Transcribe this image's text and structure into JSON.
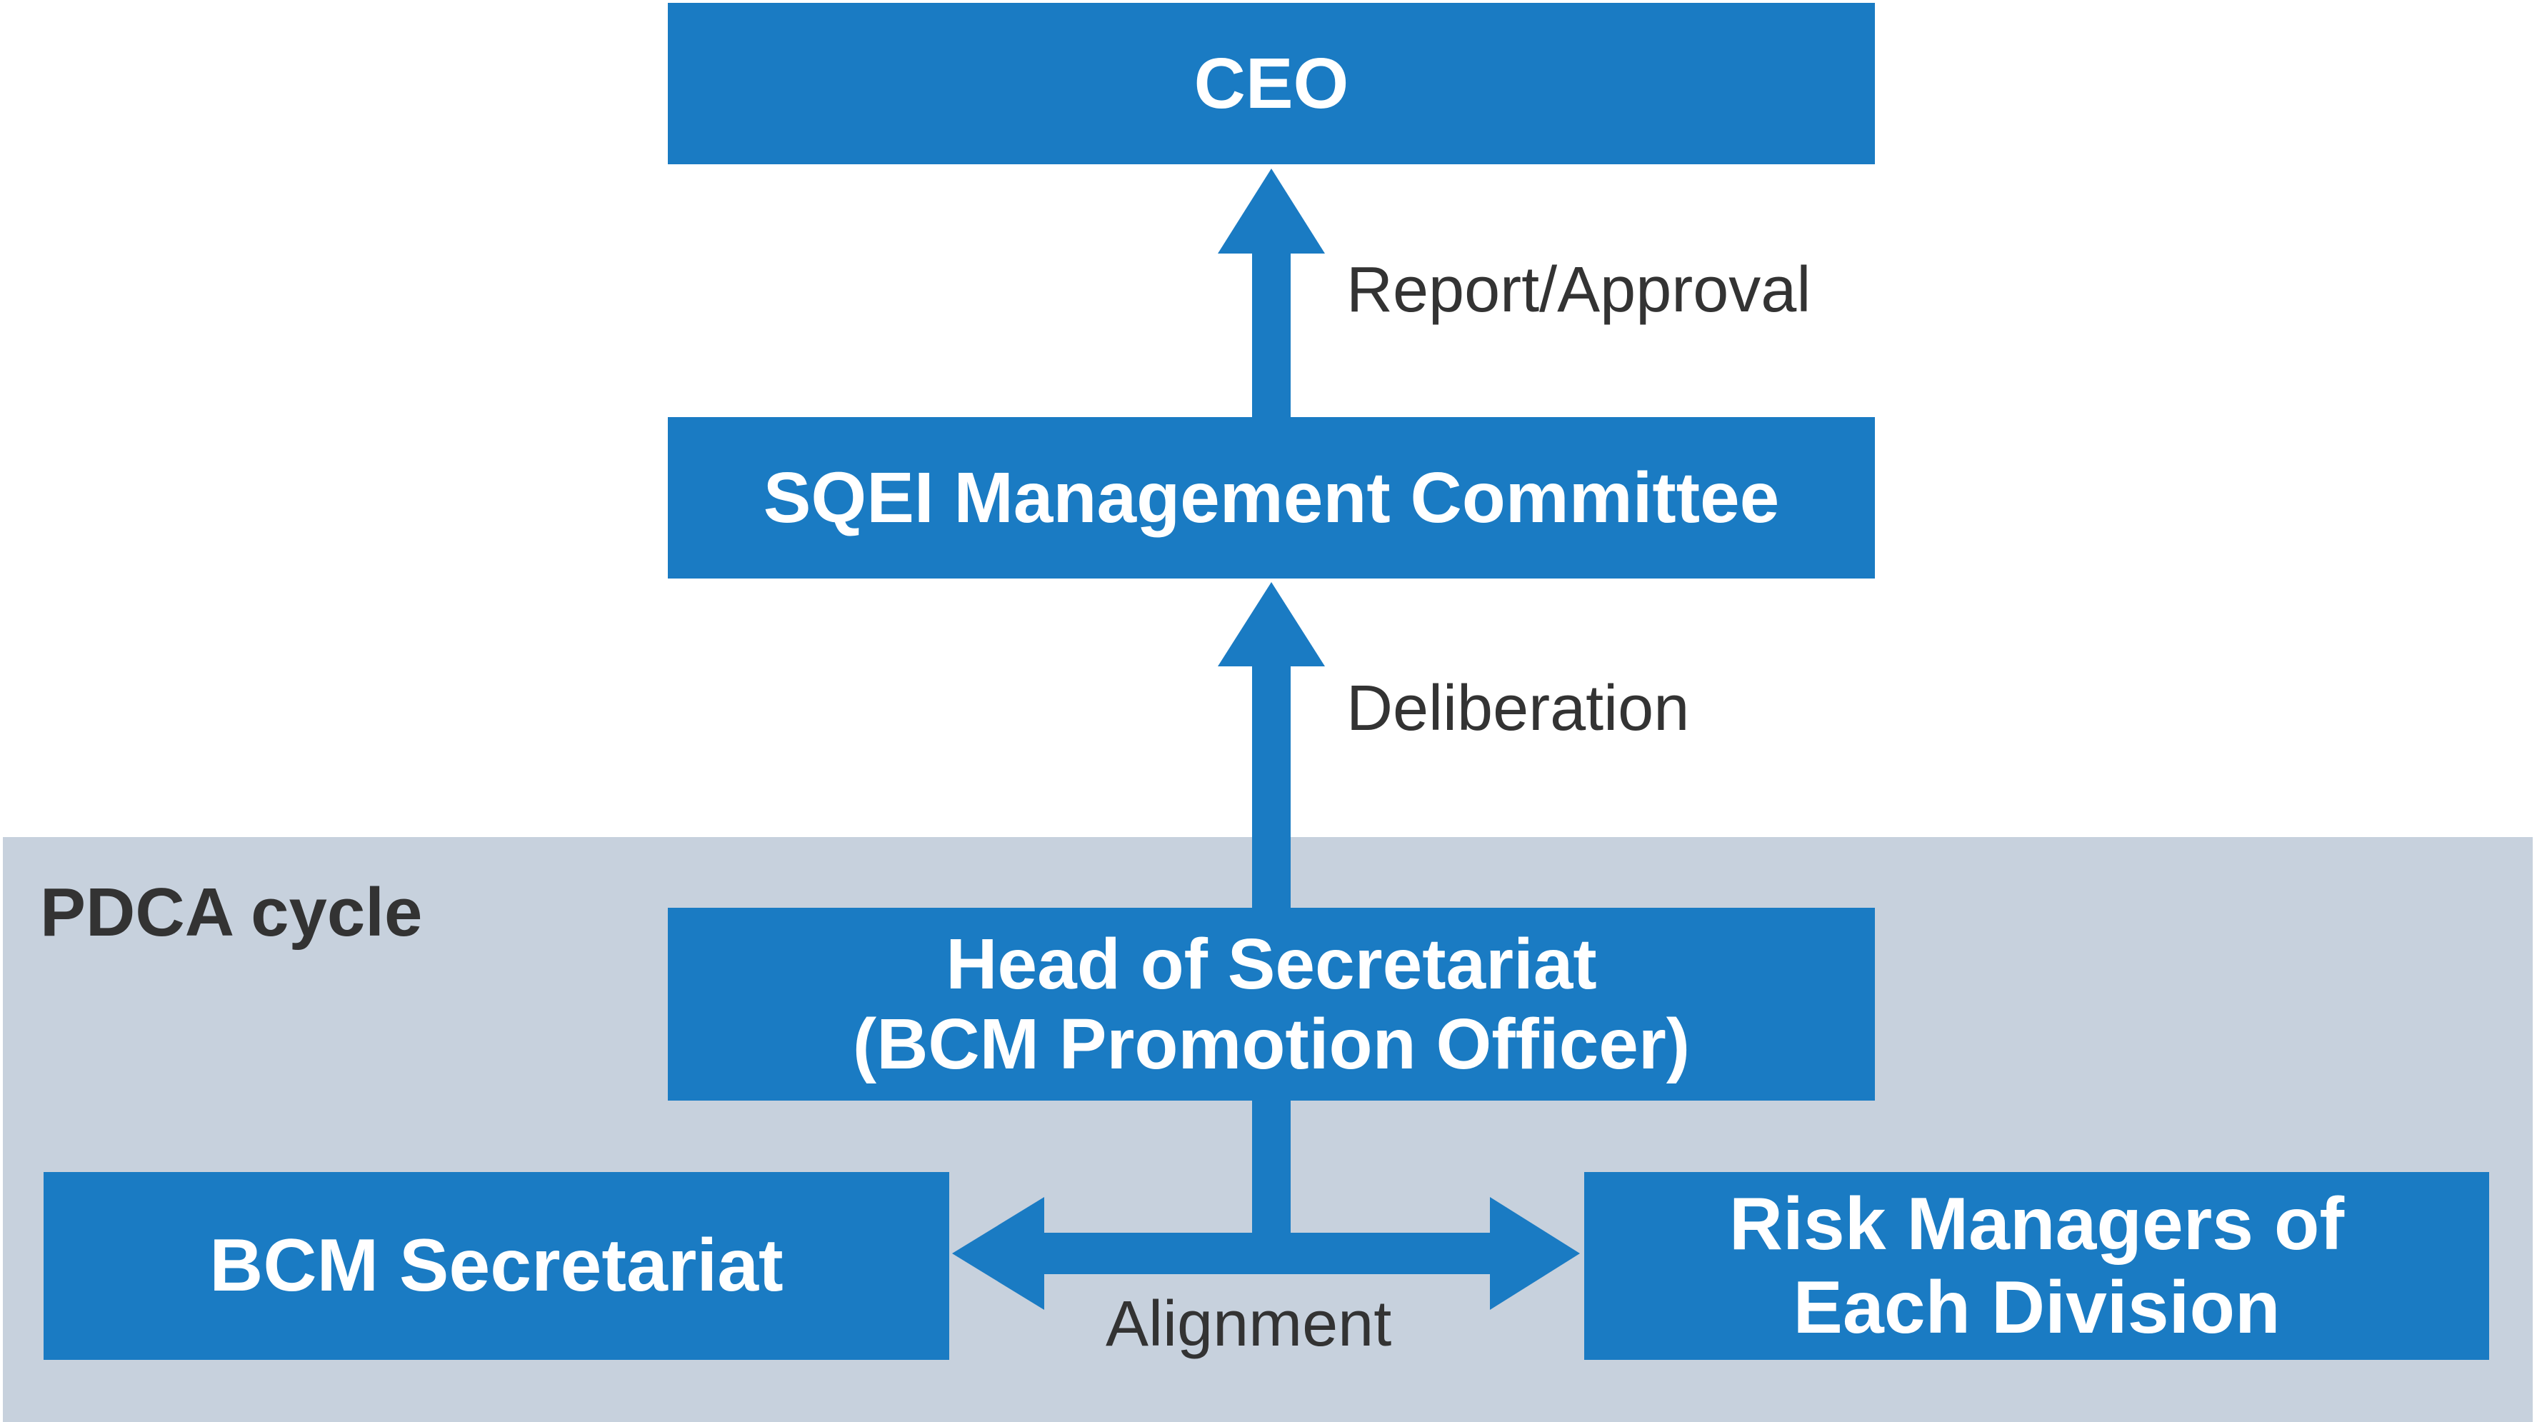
{
  "region": {
    "label": "PDCA cycle",
    "color": "#c7d1dd"
  },
  "nodes": {
    "ceo": {
      "label": "CEO"
    },
    "sqei": {
      "label": "SQEI Management Committee"
    },
    "head": {
      "line1": "Head of Secretariat",
      "line2": "(BCM Promotion Officer)"
    },
    "bcm": {
      "label": "BCM Secretariat"
    },
    "risk": {
      "line1": "Risk Managers of",
      "line2": "Each Division"
    }
  },
  "edges": {
    "report": "Report/Approval",
    "deliberation": "Deliberation",
    "alignment": "Alignment"
  },
  "colors": {
    "box": "#1a7bc3",
    "text_light": "#ffffff",
    "text_dark": "#333333"
  }
}
